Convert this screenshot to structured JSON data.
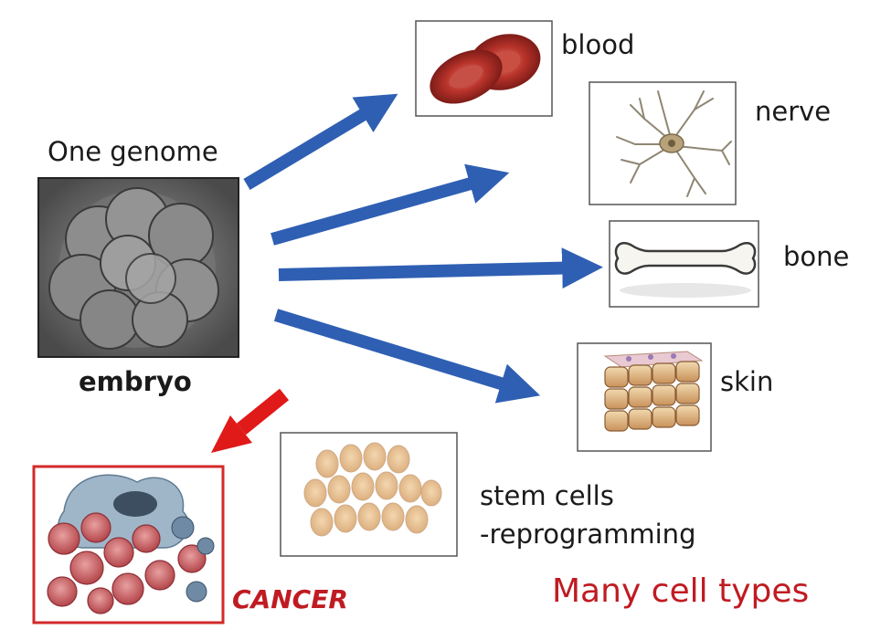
{
  "labels": {
    "genome": "One genome",
    "embryo": "embryo",
    "blood": "blood",
    "nerve": "nerve",
    "bone": "bone",
    "skin": "skin",
    "stem_line1": "stem cells",
    "stem_line2": "-reprogramming",
    "cancer": "CANCER",
    "many": "Many cell types"
  },
  "colors": {
    "blue_arrow": "#2f5fb3",
    "red_arrow": "#e01919",
    "cancer_text": "#c01b22"
  },
  "icons": [
    "embryo-image",
    "blood-cells-image",
    "nerve-cell-image",
    "bone-image",
    "skin-tissue-image",
    "stem-cells-image",
    "cancer-cells-image"
  ]
}
